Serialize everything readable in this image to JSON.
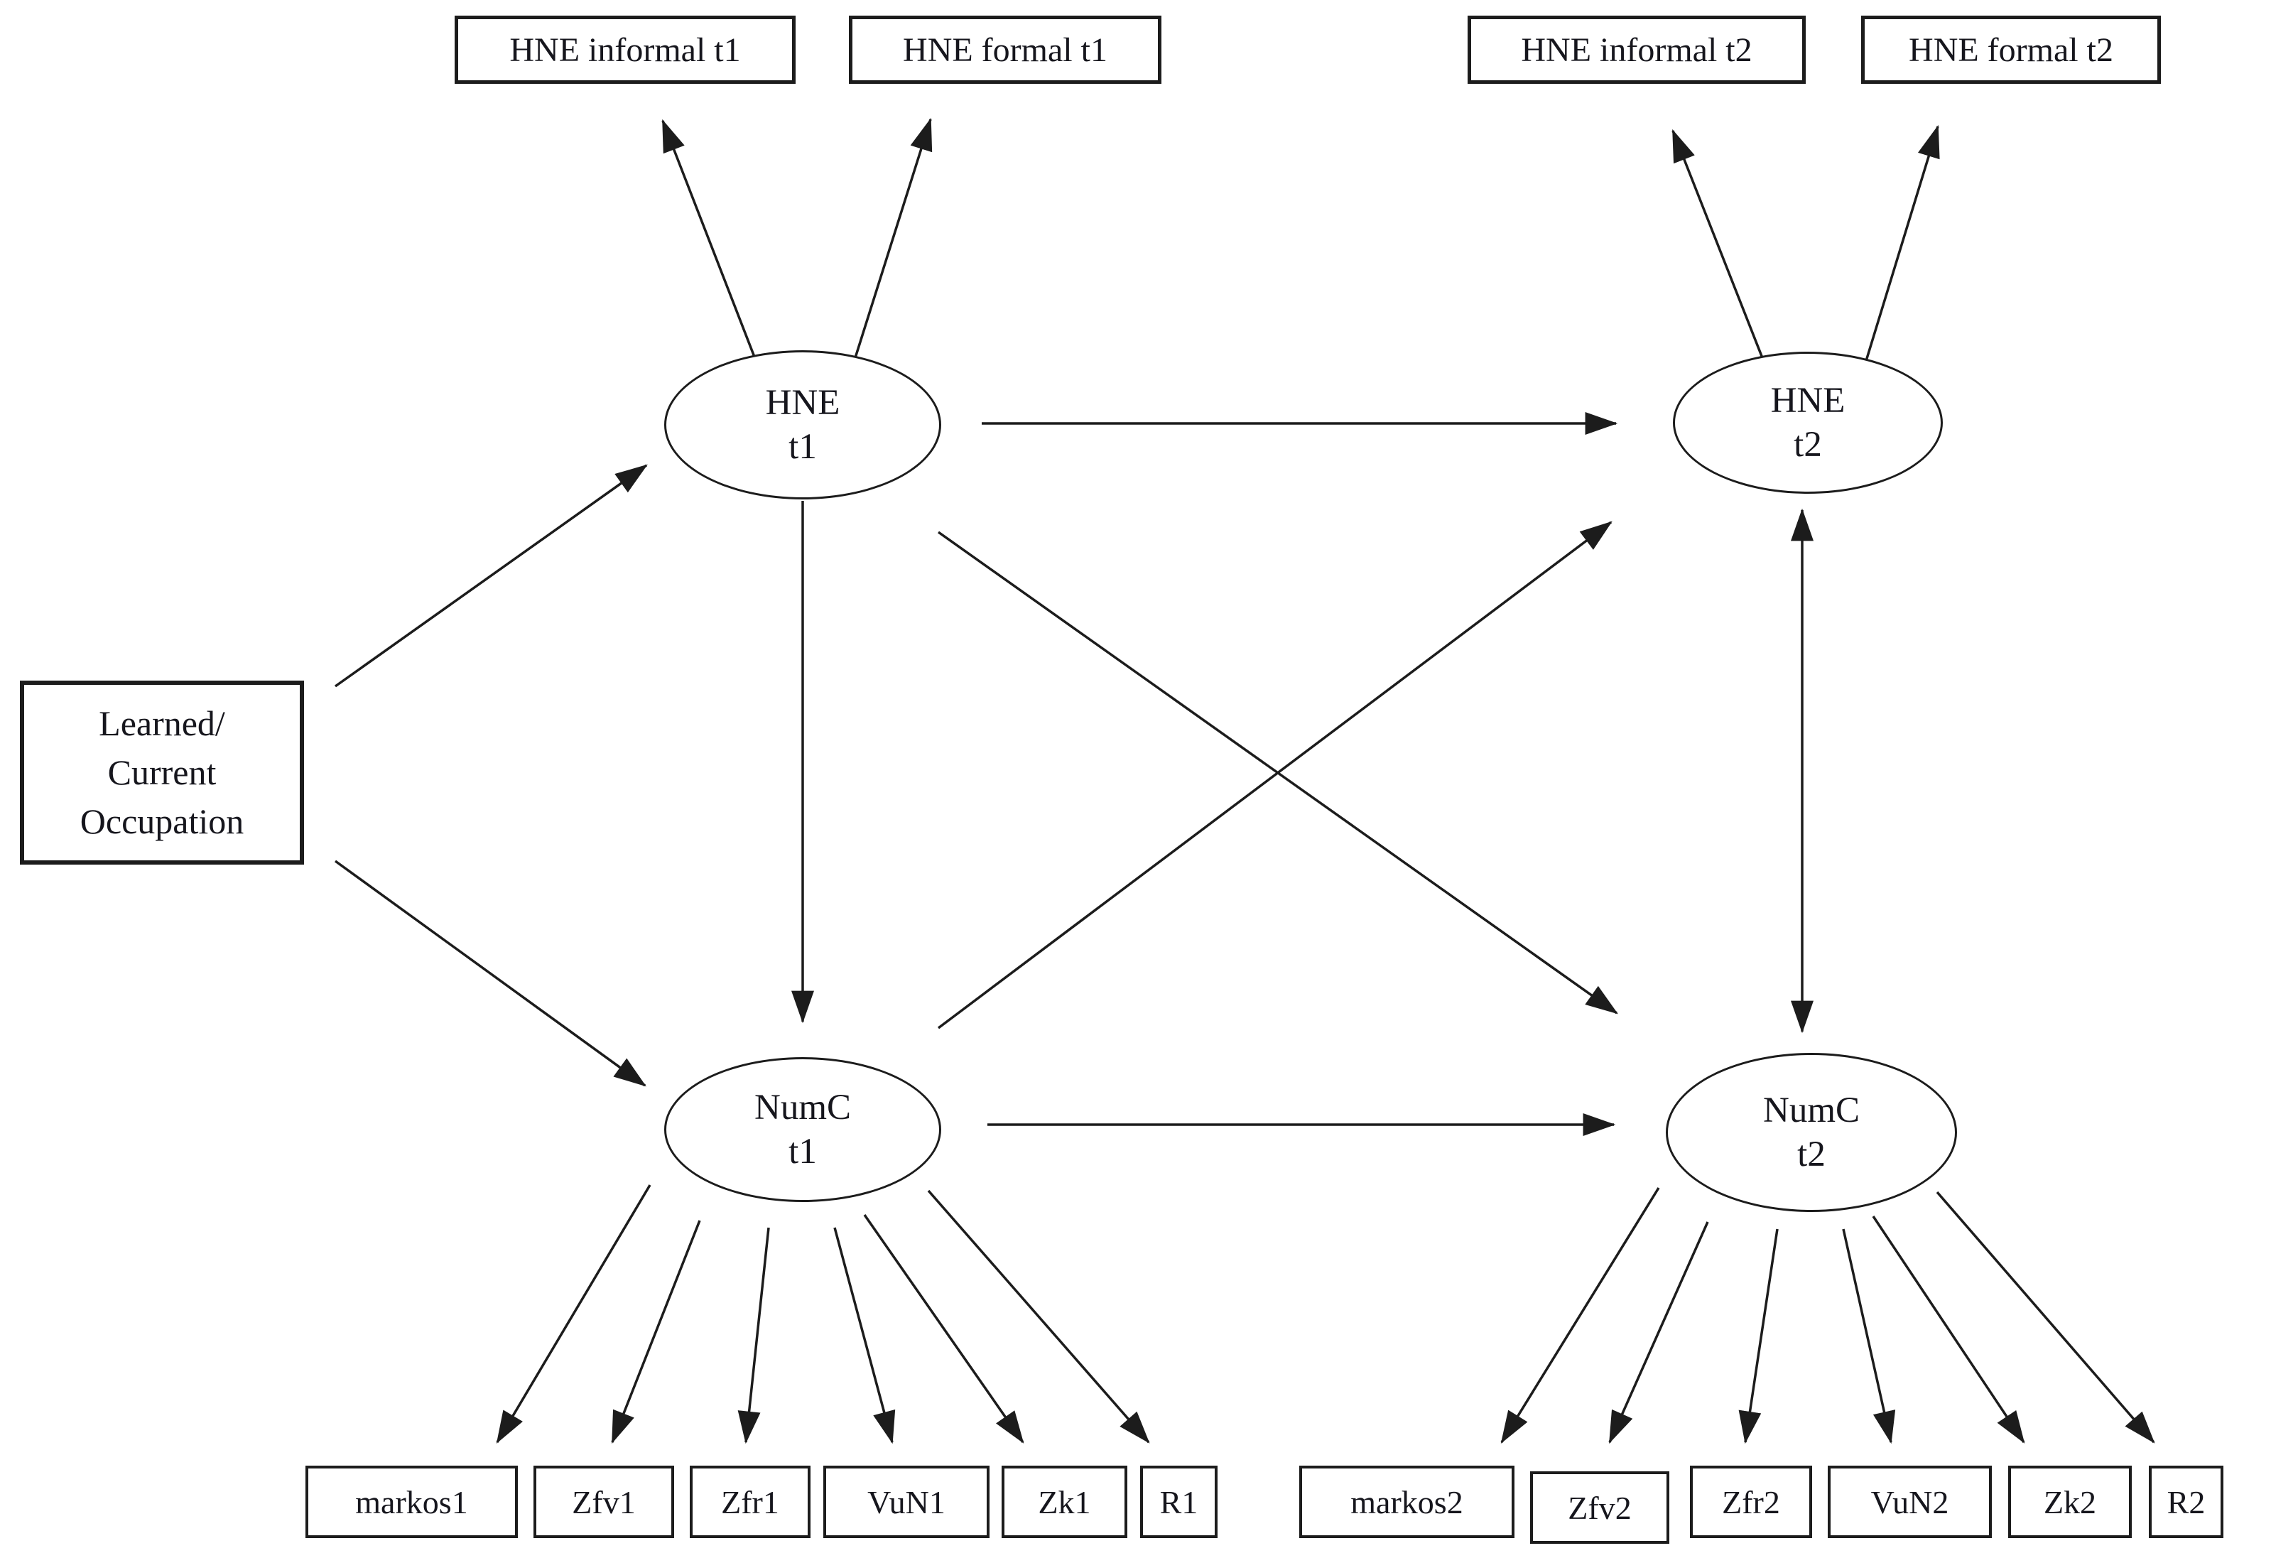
{
  "canvas": {
    "background": "#ffffff",
    "line_color": "#1c1c1c",
    "text_color": "#16161d"
  },
  "nodes": {
    "occupation": {
      "shape": "rectangle",
      "lines": [
        "Learned/",
        "Current",
        "Occupation"
      ]
    },
    "hne_t1": {
      "shape": "ellipse",
      "name": "HNE",
      "time": "t1"
    },
    "hne_t2": {
      "shape": "ellipse",
      "name": "HNE",
      "time": "t2"
    },
    "numc_t1": {
      "shape": "ellipse",
      "name": "NumC",
      "time": "t1"
    },
    "numc_t2": {
      "shape": "ellipse",
      "name": "NumC",
      "time": "t2"
    },
    "hne_informal_t1": {
      "shape": "rectangle",
      "label": "HNE informal t1"
    },
    "hne_formal_t1": {
      "shape": "rectangle",
      "label": "HNE formal t1"
    },
    "hne_informal_t2": {
      "shape": "rectangle",
      "label": "HNE informal t2"
    },
    "hne_formal_t2": {
      "shape": "rectangle",
      "label": "HNE formal t2"
    },
    "indicators_t1": [
      "markos1",
      "Zfv1",
      "Zfr1",
      "VuN1",
      "Zk1",
      "R1"
    ],
    "indicators_t2": [
      "markos2",
      "Zfv2",
      "Zfr2",
      "VuN2",
      "Zk2",
      "R2"
    ]
  },
  "edges": [
    {
      "from": "Learned/Current Occupation",
      "to": "HNE t1",
      "type": "directed"
    },
    {
      "from": "Learned/Current Occupation",
      "to": "NumC t1",
      "type": "directed"
    },
    {
      "from": "HNE t1",
      "to": "HNE informal t1",
      "type": "directed"
    },
    {
      "from": "HNE t1",
      "to": "HNE formal t1",
      "type": "directed"
    },
    {
      "from": "HNE t2",
      "to": "HNE informal t2",
      "type": "directed"
    },
    {
      "from": "HNE t2",
      "to": "HNE formal t2",
      "type": "directed"
    },
    {
      "from": "HNE t1",
      "to": "HNE t2",
      "type": "directed"
    },
    {
      "from": "HNE t1",
      "to": "NumC t1",
      "type": "directed"
    },
    {
      "from": "HNE t1",
      "to": "NumC t2",
      "type": "directed"
    },
    {
      "from": "NumC t1",
      "to": "HNE t2",
      "type": "directed"
    },
    {
      "from": "NumC t1",
      "to": "NumC t2",
      "type": "directed"
    },
    {
      "from": "HNE t2",
      "to": "NumC t2",
      "type": "bidirectional"
    },
    {
      "from": "NumC t1",
      "to": "markos1",
      "type": "directed"
    },
    {
      "from": "NumC t1",
      "to": "Zfv1",
      "type": "directed"
    },
    {
      "from": "NumC t1",
      "to": "Zfr1",
      "type": "directed"
    },
    {
      "from": "NumC t1",
      "to": "VuN1",
      "type": "directed"
    },
    {
      "from": "NumC t1",
      "to": "Zk1",
      "type": "directed"
    },
    {
      "from": "NumC t1",
      "to": "R1",
      "type": "directed"
    },
    {
      "from": "NumC t2",
      "to": "markos2",
      "type": "directed"
    },
    {
      "from": "NumC t2",
      "to": "Zfv2",
      "type": "directed"
    },
    {
      "from": "NumC t2",
      "to": "Zfr2",
      "type": "directed"
    },
    {
      "from": "NumC t2",
      "to": "VuN2",
      "type": "directed"
    },
    {
      "from": "NumC t2",
      "to": "Zk2",
      "type": "directed"
    },
    {
      "from": "NumC t2",
      "to": "R2",
      "type": "directed"
    }
  ]
}
